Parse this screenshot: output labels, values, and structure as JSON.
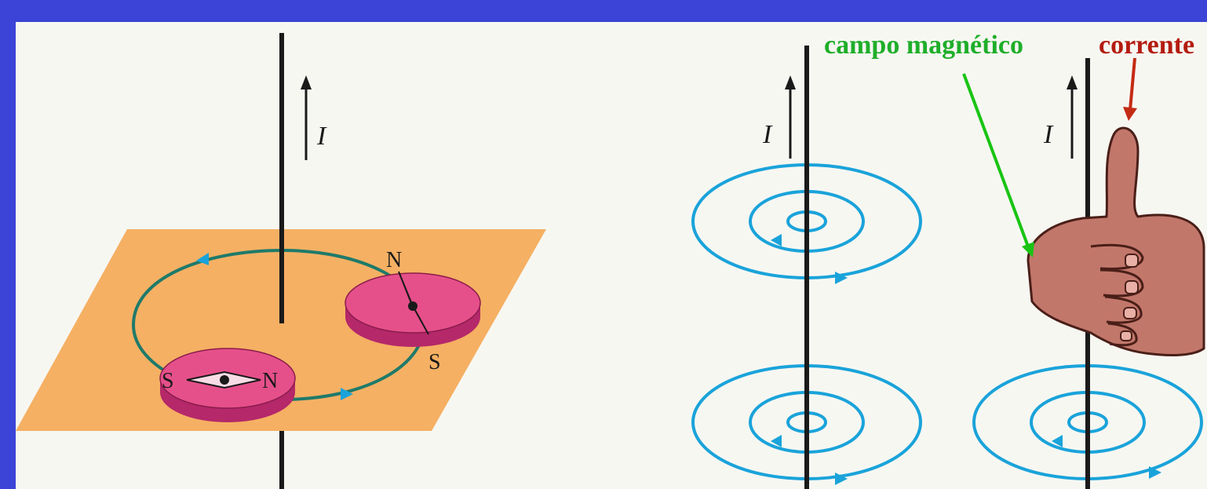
{
  "labels": {
    "campo": "campo magnético",
    "corrente": "corrente",
    "current_symbol": "I",
    "north": "N",
    "south": "S"
  },
  "colors": {
    "frame": "#3b44d6",
    "background": "#f7f7f2",
    "plane": "#f5b063",
    "compass": "#e6508a",
    "compass_edge": "#b5286a",
    "circle_green": "#1f7a6a",
    "field_lines": "#1aa3da",
    "wire": "#1a1a1a",
    "campo_text": "#1fae2a",
    "corrente_text": "#b41c10",
    "green_arrow": "#19c414",
    "red_arrow": "#c42b14",
    "hand": "#c2776b",
    "hand_edge": "#4a1f18"
  },
  "icons": [
    "compass-needle-icon",
    "hand-icon",
    "arrow-up-icon"
  ]
}
